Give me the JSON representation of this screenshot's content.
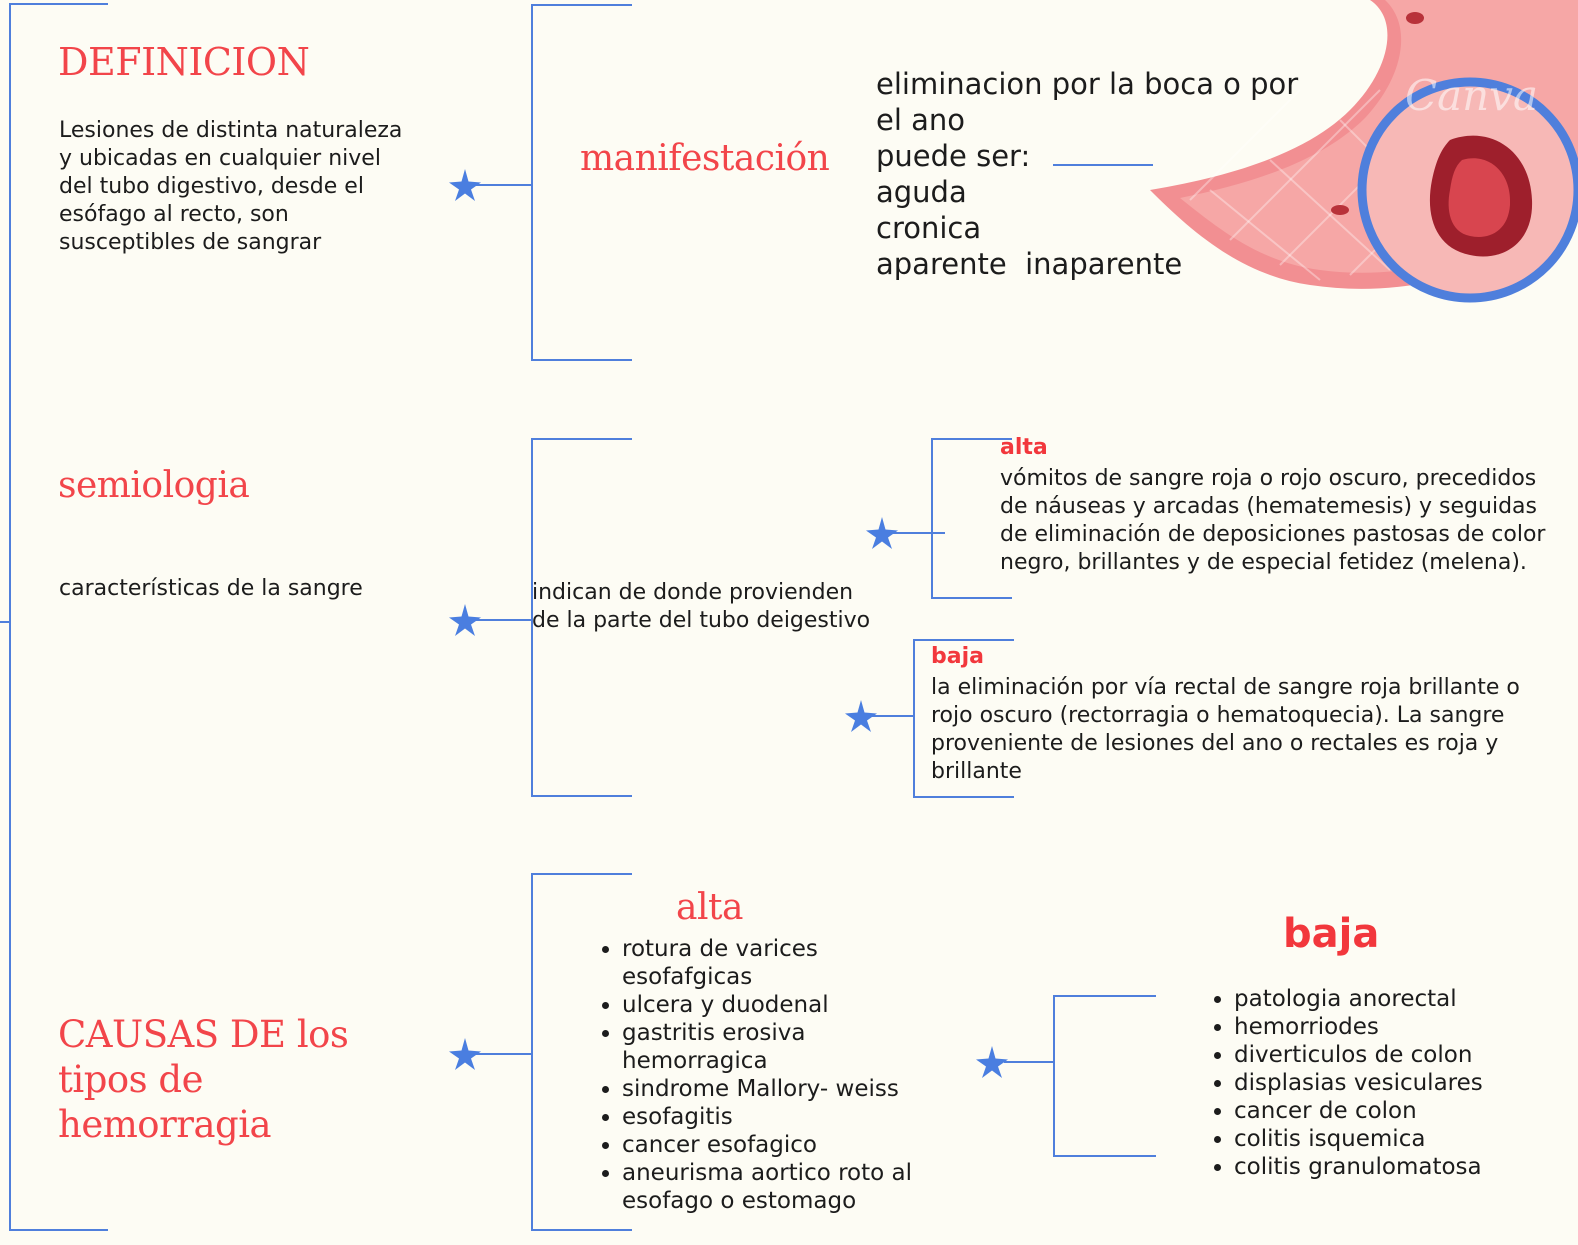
{
  "colors": {
    "line": "#4f7fdc",
    "star": "#4a7ee0",
    "title_red": "#f2454a",
    "background": "#fdfcf4"
  },
  "definicion": {
    "title": "DEFINICION",
    "text": "Lesiones de distinta naturaleza y ubicadas en cualquier nivel del tubo digestivo, desde el esófago al recto, son susceptibles de sangrar"
  },
  "manifestacion": {
    "title": "manifestación",
    "lines": [
      "eliminacion por la boca o por",
      "el ano",
      "puede ser:",
      "aguda",
      "cronica",
      "aparente  inaparente"
    ]
  },
  "semiologia": {
    "title": "semiologia",
    "subtitle": "características de la sangre",
    "middle_text": "indican de donde provienden de la parte del tubo deigestivo",
    "alta": {
      "label": "alta",
      "text": "vómitos de sangre roja o rojo oscuro, precedidos de náuseas y arcadas (hematemesis) y seguidas de eliminación de deposiciones pastosas de color negro, brillantes y de especial fetidez (melena)."
    },
    "baja": {
      "label": "baja",
      "text": "la eliminación por vía rectal de sangre roja brillante o rojo oscuro (rectorragia o hematoquecia). La sangre proveniente de lesiones del ano o rectales es roja y brillante"
    }
  },
  "causas": {
    "title": "CAUSAS DE los tipos de hemorragia",
    "alta": {
      "label": "alta",
      "items": [
        "rotura de varices esofafgicas",
        "ulcera y duodenal",
        "gastritis erosiva hemorragica",
        "sindrome Mallory- weiss",
        "esofagitis",
        "cancer esofagico",
        "aneurisma aortico roto al esofago o estomago"
      ]
    },
    "baja": {
      "label": "baja",
      "items": [
        "patologia anorectal",
        "hemorriodes",
        "diverticulos de colon",
        "displasias vesiculares",
        "cancer de colon",
        "colitis isquemica",
        "colitis granulomatosa"
      ]
    }
  },
  "illustration": {
    "icon": "stomach-illustration",
    "watermark": "Canva"
  }
}
